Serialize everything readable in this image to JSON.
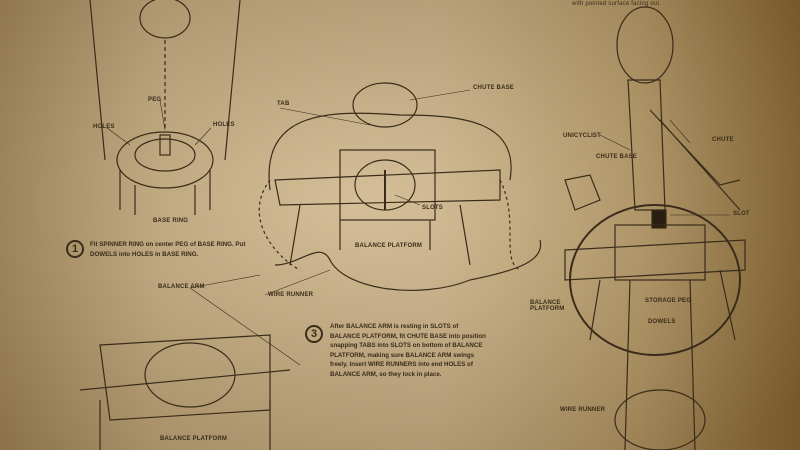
{
  "labels": {
    "peg": "PEG",
    "holes_left": "HOLES",
    "holes_right": "HOLES",
    "base_ring": "BASE RING",
    "tab": "TAB",
    "chute_base": "CHUTE BASE",
    "slots": "SLOTS",
    "balance_platform": "BALANCE PLATFORM",
    "wire_runner": "WIRE RUNNER",
    "balance_arm": "BALANCE ARM",
    "balance_platform_bottom": "BALANCE PLATFORM",
    "chute": "CHUTE",
    "unicyclist": "UNICYCLIST",
    "chute_base_right": "CHUTE BASE",
    "slot": "SLOT",
    "balance_platform_right": "BALANCE PLATFORM",
    "storage_peg": "STORAGE PEG",
    "dowels": "DOWELS",
    "wire_runner_right": "WIRE RUNNER",
    "top_note": "with pointed surface facing out."
  },
  "steps": [
    {
      "number": "1",
      "text": "Fit SPINNER RING on center PEG of BASE RING. Put DOWELS into HOLES in BASE RING."
    },
    {
      "number": "3",
      "text": "After BALANCE ARM is resting in SLOTS of BALANCE PLATFORM, fit CHUTE BASE into position snapping TABS into SLOTS on bottom of BALANCE PLATFORM, making sure BALANCE ARM swings freely. Insert WIRE RUNNERS into end HOLES of BALANCE ARM, so they lock in place."
    }
  ]
}
